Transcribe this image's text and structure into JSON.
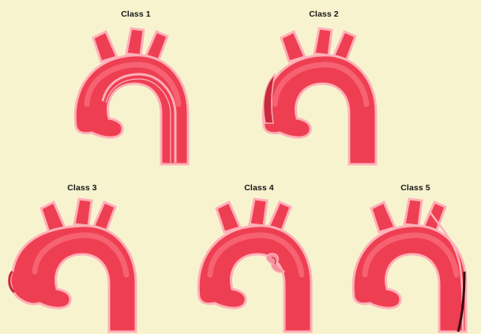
{
  "colors": {
    "background": "#f8f3cf",
    "vessel_fill": "#ee3f52",
    "vessel_highlight": "#ff7f8c",
    "vessel_outline": "#ffb0b8",
    "vessel_shadow": "#b01c30",
    "dark_flap": "#3b0a10",
    "label_text": "#161616"
  },
  "figure": {
    "panels": [
      {
        "label": "Class 1"
      },
      {
        "label": "Class 2"
      },
      {
        "label": "Class 3"
      },
      {
        "label": "Class 4"
      },
      {
        "label": "Class 5"
      }
    ]
  }
}
